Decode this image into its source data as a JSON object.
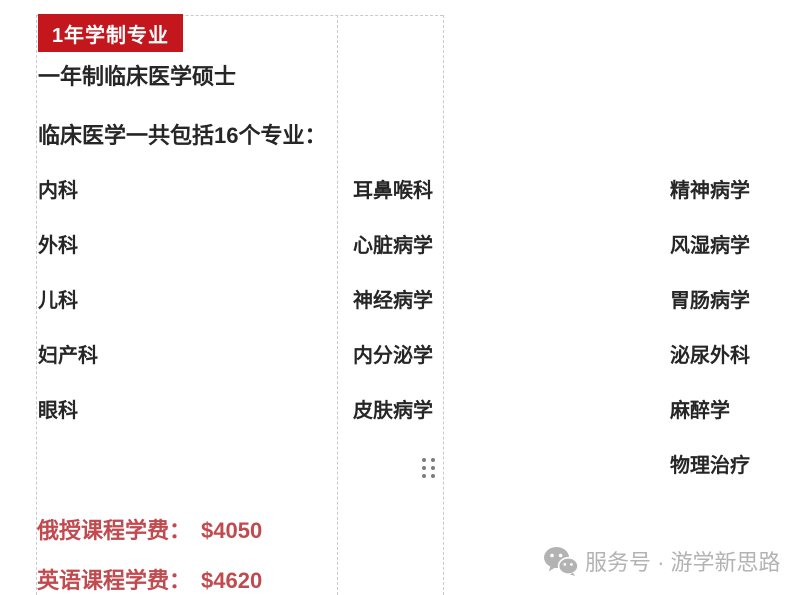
{
  "badge": {
    "label": "1年学制专业"
  },
  "title": "一年制临床医学硕士",
  "subtitle": "临床医学一共包括16个专业：",
  "specialties": {
    "column1": [
      "内科",
      "外科",
      "儿科",
      "妇产科",
      "眼科"
    ],
    "column2": [
      "耳鼻喉科",
      "心脏病学",
      "神经病学",
      "内分泌学",
      "皮肤病学"
    ],
    "column3": [
      "精神病学",
      "风湿病学",
      "胃肠病学",
      "泌尿外科",
      "麻醉学",
      "物理治疗"
    ]
  },
  "fees": [
    {
      "label": "俄授课程学费：",
      "value": "$4050"
    },
    {
      "label": "英语课程学费：",
      "value": "$4620"
    }
  ],
  "footer": {
    "text": "服务号 · 游学新思路"
  },
  "colors": {
    "badge_red": "#c3161d",
    "fee_red": "#c14a4f",
    "body_text": "#262626",
    "divider_gray": "#c9c9c9",
    "footer_gray": "#b3b3b3",
    "dots_gray": "#7d7d7d"
  }
}
